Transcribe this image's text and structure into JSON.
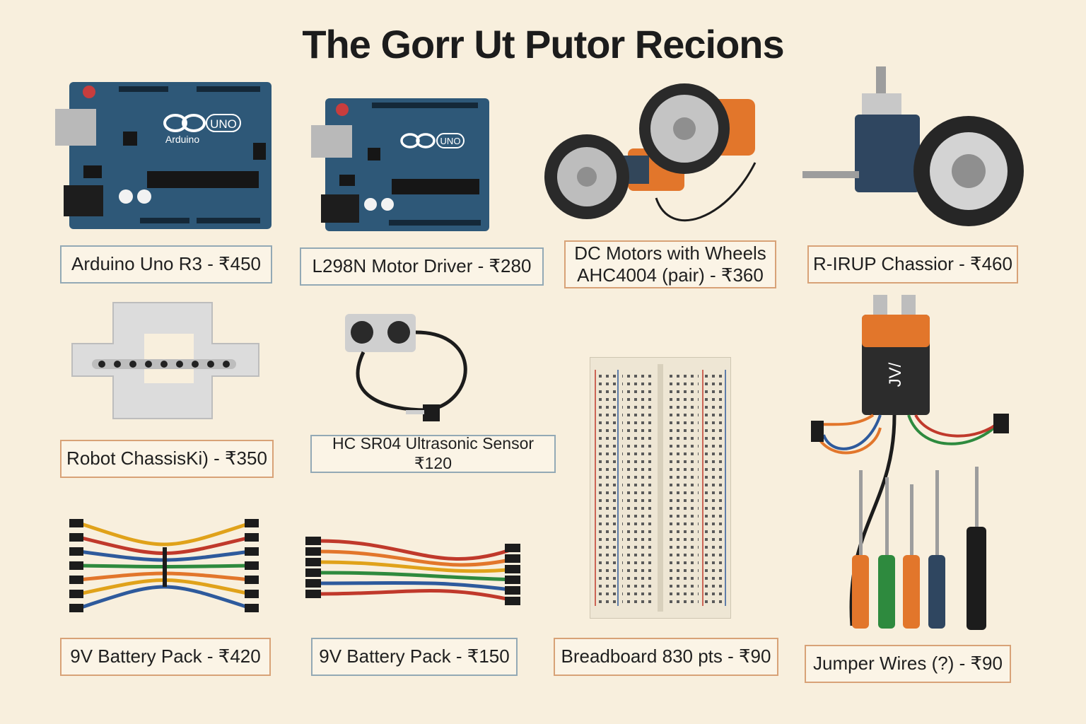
{
  "title": "The Gorr Ut Putor Recions",
  "items": [
    {
      "label": "Arduino Uno R3 - ₹450",
      "icon": "arduino-board-icon"
    },
    {
      "label": "L298N Motor Driver - ₹280",
      "icon": "arduino-board-icon"
    },
    {
      "label_line1": "DC Motors with Wheels",
      "label_line2": "AHC4004 (pair) - ₹360",
      "icon": "dc-motor-wheels-icon"
    },
    {
      "label": "R-IRUP Chassior - ₹460",
      "icon": "gear-motor-wheel-icon"
    },
    {
      "label": "Robot ChassisKi) - ₹350",
      "icon": "robot-chassis-plate-icon"
    },
    {
      "label": "HC SR04 Ultrasonic Sensor ₹120",
      "icon": "ultrasonic-sensor-icon"
    },
    {
      "label": "Breadboard 830 pts - ₹90",
      "icon": "breadboard-icon"
    },
    {
      "label": "Jumper Wires (?) - ₹90",
      "icon": "battery-screwdrivers-icon"
    },
    {
      "label": "9V Battery Pack - ₹420",
      "icon": "jumper-wire-bundle-icon"
    },
    {
      "label": "9V Battery Pack - ₹150",
      "icon": "jumper-wire-bundle-icon"
    }
  ],
  "board_texts": {
    "brand": "Arduino",
    "model": "UNO",
    "battery_text": "JV/"
  },
  "colors": {
    "background": "#f8efdd",
    "board_blue": "#2e5878",
    "label_border_blue": "#93a9b5",
    "label_border_orange": "#d8a277",
    "accent_orange": "#e2762b"
  }
}
